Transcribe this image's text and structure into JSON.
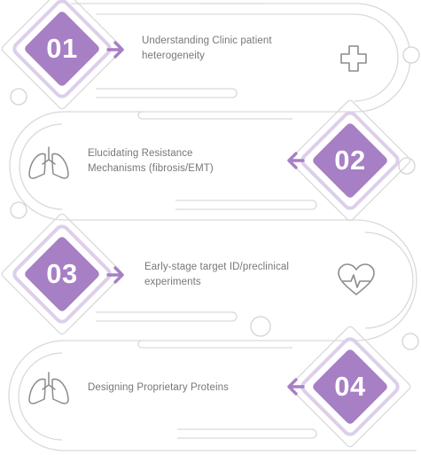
{
  "colors": {
    "accent": "#a77fc5",
    "accent_light": "#ddcfea",
    "line": "#d9d9d9",
    "icon": "#8c8c8c",
    "text": "#777777"
  },
  "steps": [
    {
      "number": "01",
      "text": "Understanding Clinic patient heterogeneity",
      "icon": "medical-cross-icon"
    },
    {
      "number": "02",
      "text": "Elucidating Resistance Mechanisms (fibrosis/EMT)",
      "icon": "lungs-icon"
    },
    {
      "number": "03",
      "text": "Early-stage target ID/preclinical experiments",
      "icon": "heart-pulse-icon"
    },
    {
      "number": "04",
      "text": "Designing Proprietary Proteins",
      "icon": "lungs-icon"
    }
  ]
}
